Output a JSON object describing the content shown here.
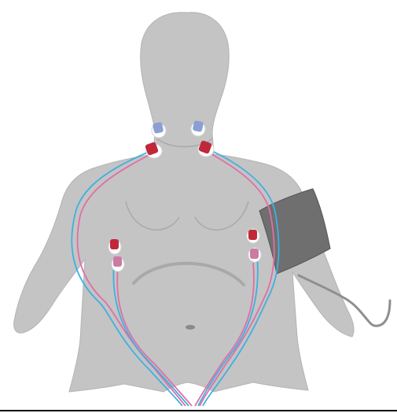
{
  "figure": {
    "subject": "torso-with-electrodes-and-bp-cuff",
    "colors": {
      "body": "#c4c4c4",
      "body_shadow": "#a9a9a9",
      "body_outline": "#b3b3b3",
      "electrode_pad": "#ffffff",
      "clip_blue": "#8a9fd3",
      "clip_red": "#c0283a",
      "clip_pink": "#cc7aa4",
      "wire_blue": "#3fb0e0",
      "wire_pink": "#df6fa6",
      "cuff": "#6f6f6f",
      "cuff_tube": "#8f8f8f",
      "baseline": "#000000"
    },
    "electrodes": [
      {
        "name": "neck-left-upper",
        "clip": "blue"
      },
      {
        "name": "neck-left-lower",
        "clip": "red"
      },
      {
        "name": "neck-right-upper",
        "clip": "blue"
      },
      {
        "name": "neck-right-lower",
        "clip": "red"
      },
      {
        "name": "chest-left-upper",
        "clip": "red"
      },
      {
        "name": "chest-left-lower",
        "clip": "pink"
      },
      {
        "name": "chest-right-upper",
        "clip": "red"
      },
      {
        "name": "chest-right-lower",
        "clip": "pink"
      }
    ],
    "cuff": {
      "name": "blood-pressure-cuff",
      "arm": "left"
    }
  }
}
